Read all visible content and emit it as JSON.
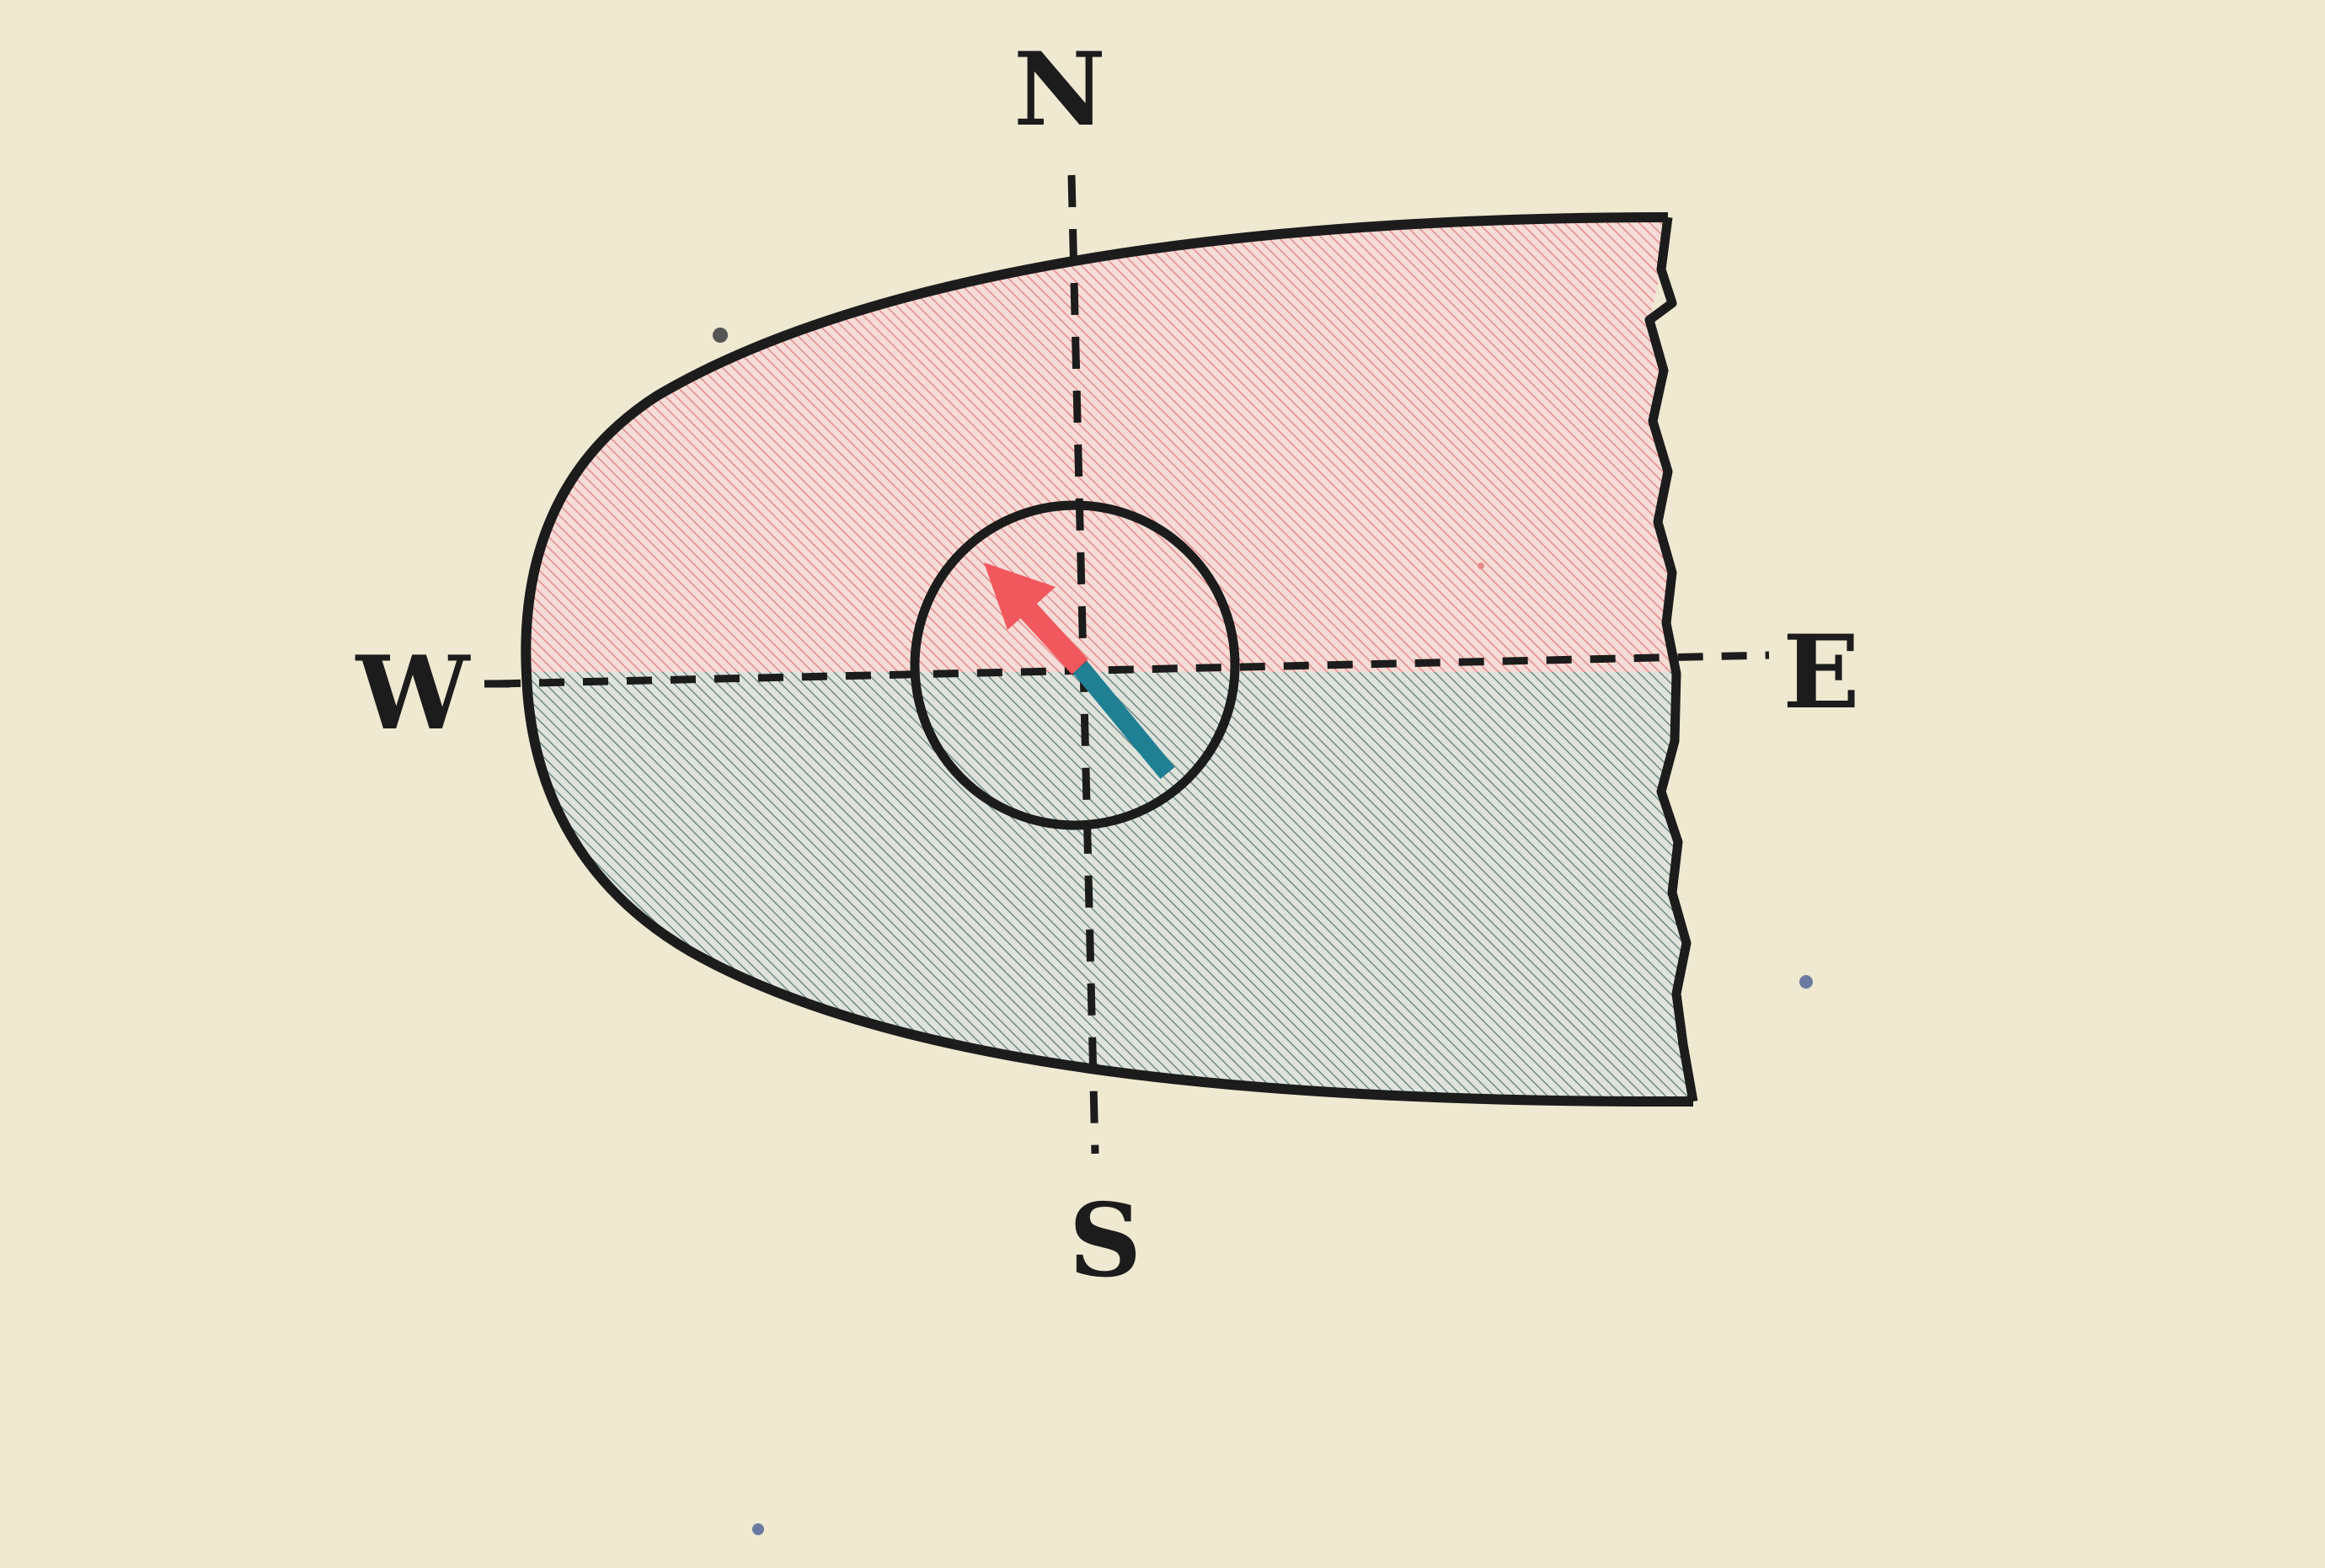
{
  "compass": {
    "north": "N",
    "south": "S",
    "east": "E",
    "west": "W"
  },
  "colors": {
    "paper": "#efe9d2",
    "north_half_hatch": "#e8898a",
    "south_half_hatch": "#6f8a86",
    "needle_north": "#f0585d",
    "needle_south": "#1f7f93",
    "outline": "#1c1c1c"
  },
  "needle": {
    "pointing": "north-west"
  }
}
